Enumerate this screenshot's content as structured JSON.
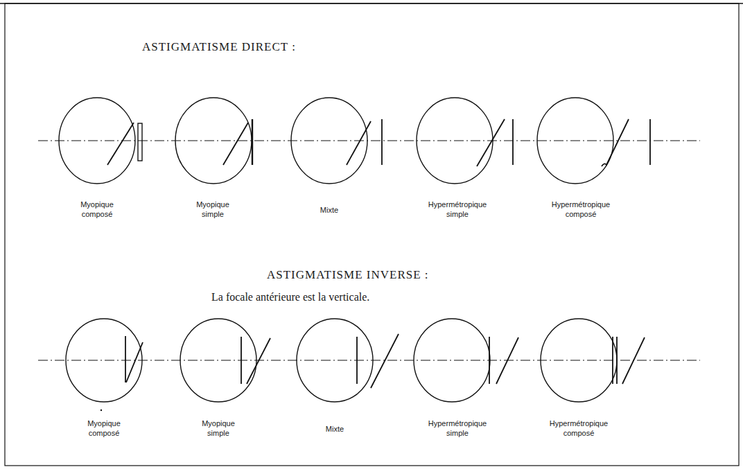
{
  "diagram": {
    "labels": [
      "ASTIGMATISME DIRECT :",
      "Myopique composé",
      "Myopique simple",
      "Mixte",
      "Hypermétropique simple",
      "Hypermétropique composé",
      "ASTIGMATISME INVERSE :",
      "La focale antérieure est la verticale.",
      "Myopique composé",
      "Myopique simple",
      "Mixte",
      "Hypermétropique simple",
      "Hypermétropique composé"
    ]
  }
}
